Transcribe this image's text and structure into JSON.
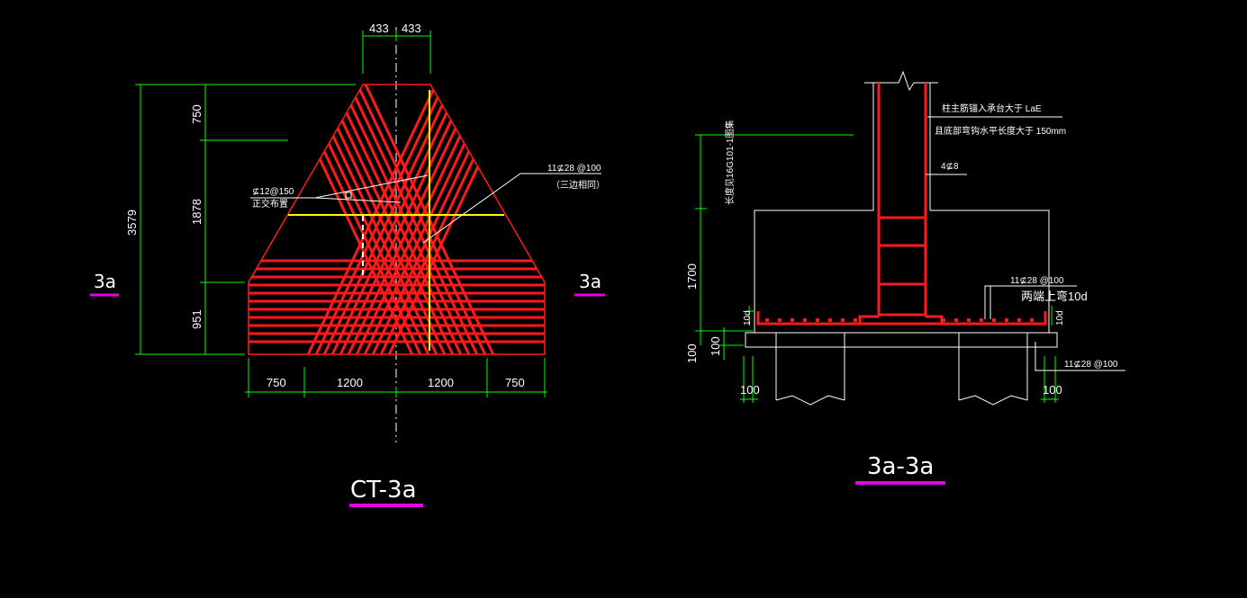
{
  "left_view": {
    "title": "CT-3a",
    "section_marks": [
      "3a",
      "3a"
    ],
    "top_dims": [
      "433",
      "433"
    ],
    "left_dims": [
      "3579",
      "750",
      "1878",
      "951"
    ],
    "bottom_dims": [
      "750",
      "1200",
      "1200",
      "750"
    ],
    "callout_main": "11⊈28 @100",
    "callout_main_sub": "（三边相同）",
    "callout_side_1": "⊈12@150",
    "callout_side_2": "正交布置"
  },
  "right_view": {
    "title": "3a-3a",
    "note_1": "柱主筋锚入承台大于 LaE",
    "note_2": "且底部弯钩水平长度大于 150mm",
    "stirrup_label": "4⊈8",
    "vertical_note": "长度见16G101-1图集",
    "height_dim": "1700",
    "rebar_label": "11⊈28 @100",
    "end_hook": "两端上弯10d",
    "hook_left": "10d",
    "hook_right": "10d",
    "cover_left_1": "100",
    "cover_left_2": "100",
    "bottom_rebar": "11⊈28 @100",
    "pile_left": "100",
    "pile_right": "100"
  },
  "colors": {
    "rebar": "#ff1a1a",
    "dimension": "#00ff00",
    "outline": "#ffffff",
    "axis": "#ffff00",
    "mark": "#e600e6"
  }
}
